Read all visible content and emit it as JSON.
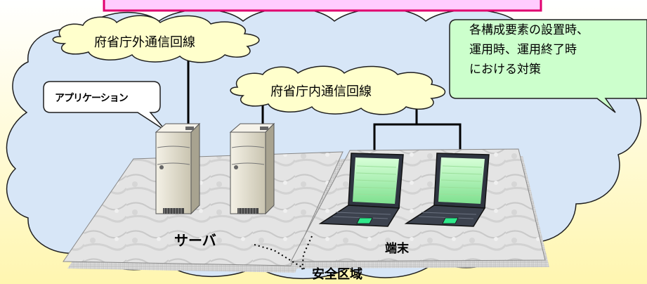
{
  "diagram": {
    "networks": {
      "external": "府省庁外通信回線",
      "internal": "府省庁内通信回線"
    },
    "application_label": "アプリケーション",
    "server_label": "サーバ",
    "terminal_label": "端末",
    "secure_area_label": "安全区域",
    "callout_lines": [
      "各構成要素の設置時、",
      "運用時、運用終了時",
      "における対策"
    ]
  },
  "colors": {
    "background_gradient": [
      "#ffffff",
      "#fff6b0"
    ],
    "main_cloud_fill": "#d7e6f7",
    "network_cloud_fill": "#ffffcc",
    "callout_fill": "#ccffcc",
    "top_banner_fill": "#ffccff",
    "top_banner_border": "#e0006e",
    "floor_fill": "#e3e3e3"
  }
}
